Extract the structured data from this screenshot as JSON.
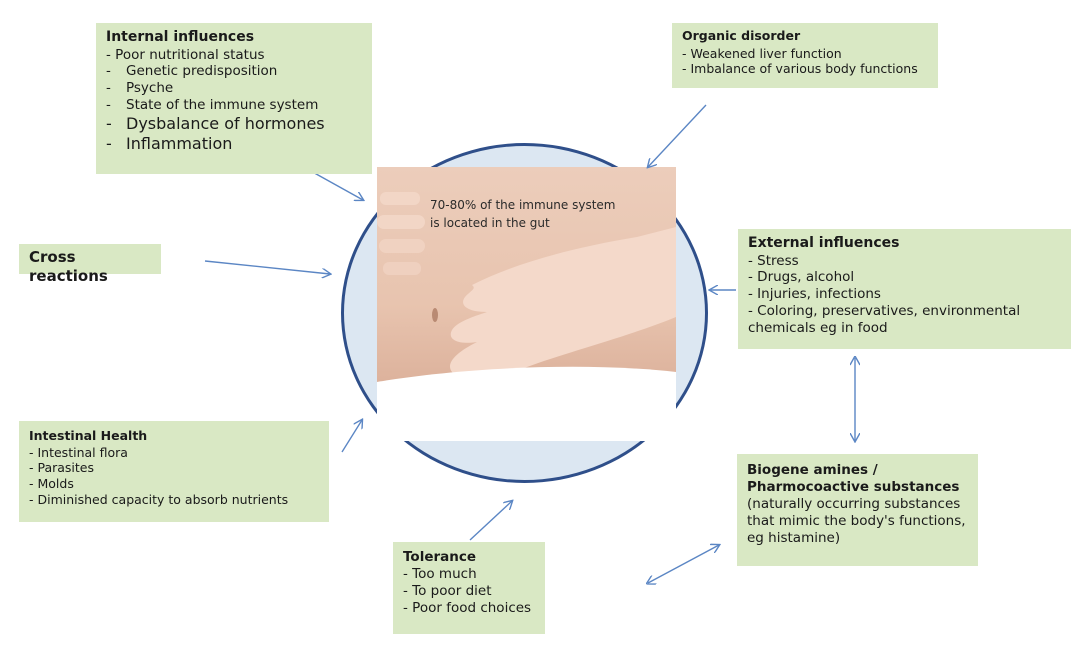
{
  "internal": {
    "title": "Internal influences",
    "items": [
      "Poor nutritional status",
      "Genetic predisposition",
      "Psyche",
      "State of the immune system",
      "Dysbalance of hormones",
      "Inflammation"
    ]
  },
  "organic": {
    "title": "Organic disorder",
    "items": [
      "Weakened liver function",
      "Imbalance of various body functions"
    ]
  },
  "cross": {
    "title": "Cross reactions"
  },
  "external": {
    "title": "External influences",
    "items": [
      "Stress",
      "Drugs, alcohol",
      "Injuries, infections",
      "Coloring, preservatives, environmental chemicals eg in food"
    ]
  },
  "intestinal": {
    "title": "Intestinal Health",
    "items": [
      "Intestinal flora",
      "Parasites",
      "Molds",
      "Diminished capacity to absorb nutrients"
    ]
  },
  "biogene": {
    "title_line1": "Biogene amines /",
    "title_line2": "Pharmocoactive substances",
    "description": "(naturally occurring substances that mimic the body's functions, eg histamine)"
  },
  "tolerance": {
    "title": "Tolerance",
    "items": [
      "Too much",
      "To poor diet",
      "Poor food choices"
    ]
  },
  "center": {
    "caption": "70-80% of the immune system is located in the gut",
    "circle_border": "#2f4f8a",
    "arrow_color": "#5b86c4",
    "box_color": "#d9e8c4"
  }
}
